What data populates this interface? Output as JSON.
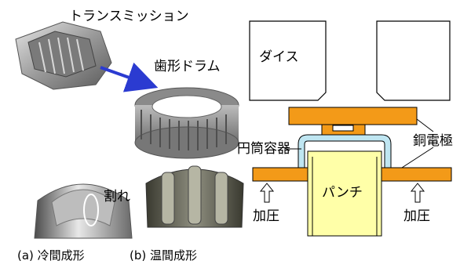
{
  "labels": {
    "transmission": "トランスミッション",
    "gear_drum": "歯形ドラム",
    "crack": "割れ",
    "caption_a": "(a) 冷間成形",
    "caption_b": "(b) 温間成形",
    "die": "ダイス",
    "container": "円筒容器",
    "electrode": "銅電極",
    "punch": "パンチ",
    "pressure_left": "加圧",
    "pressure_right": "加圧"
  },
  "colors": {
    "arrow_blue": "#2b3bd1",
    "copper_orange": "#f39a18",
    "container_blue": "#bfe6f2",
    "punch_yellow": "#ffffa8",
    "crack_ring": "#ffffff"
  }
}
